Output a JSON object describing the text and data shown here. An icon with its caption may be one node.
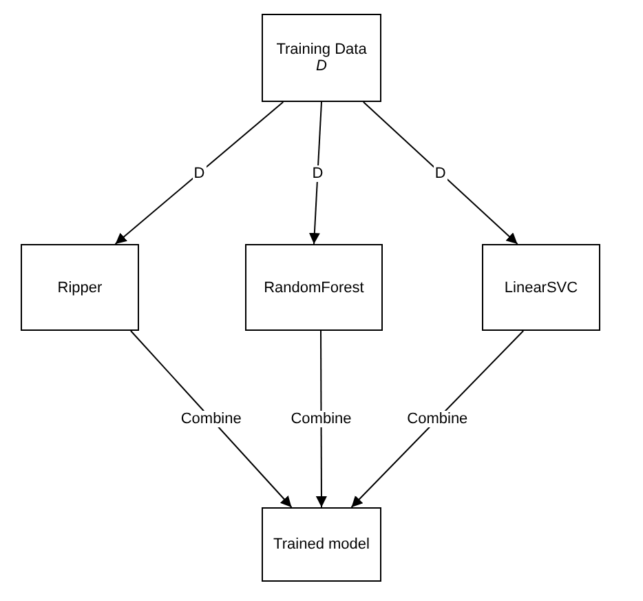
{
  "diagram": {
    "nodes": [
      {
        "text": [
          "Training Data",
          "D"
        ]
      },
      {
        "text": [
          "Ripper"
        ]
      },
      {
        "text": [
          "RandomForest"
        ]
      },
      {
        "text": [
          "LinearSVC"
        ]
      },
      {
        "text": [
          "Trained model"
        ]
      }
    ],
    "edges": [
      {
        "from": 0,
        "to": 1,
        "arrow": "to",
        "label": "D"
      },
      {
        "from": 0,
        "to": 2,
        "arrow": "to",
        "label": "D"
      },
      {
        "from": 0,
        "to": 3,
        "arrow": "to",
        "label": "D"
      },
      {
        "from": 1,
        "to": 4,
        "arrow": "to",
        "label": "Combine"
      },
      {
        "from": 2,
        "to": 4,
        "arrow": "to",
        "label": "Combine"
      },
      {
        "from": 3,
        "to": 4,
        "arrow": "to",
        "label": "Combine"
      }
    ]
  }
}
